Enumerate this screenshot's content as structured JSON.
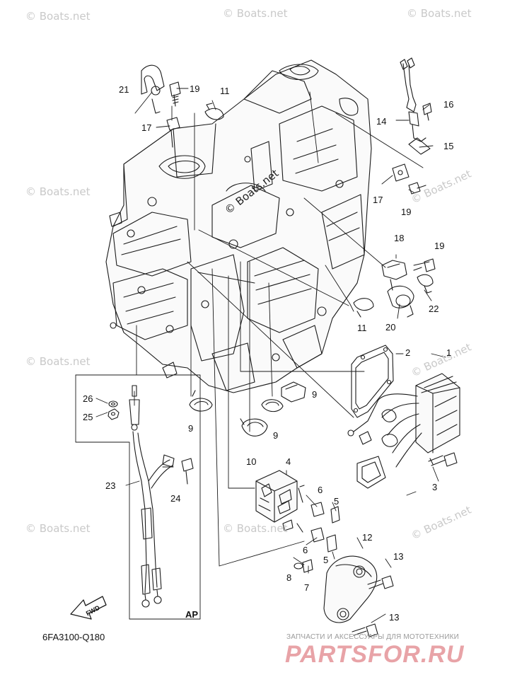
{
  "watermark": "© Boats.net",
  "diagram_code": "6FA3100-Q180",
  "ap_label": "AP",
  "fwd_label": "FWD",
  "shop_tagline": "ЗАПЧАСТИ И АКСЕССУАРЫ ДЛЯ МОТОТЕХНИКИ",
  "shop_logo": "PARTSFOR.RU",
  "callouts": {
    "c1": "1",
    "c2": "2",
    "c3": "3",
    "c4": "4",
    "c5a": "5",
    "c5b": "5",
    "c6a": "6",
    "c6b": "6",
    "c7": "7",
    "c8": "8",
    "c9a": "9",
    "c9b": "9",
    "c9c": "9",
    "c10": "10",
    "c11a": "11",
    "c11b": "11",
    "c12": "12",
    "c13a": "13",
    "c13b": "13",
    "c14": "14",
    "c15": "15",
    "c16": "16",
    "c17a": "17",
    "c17b": "17",
    "c18": "18",
    "c19a": "19",
    "c19b": "19",
    "c19c": "19",
    "c20": "20",
    "c21": "21",
    "c22": "22",
    "c23": "23",
    "c24": "24",
    "c25": "25",
    "c26": "26"
  }
}
